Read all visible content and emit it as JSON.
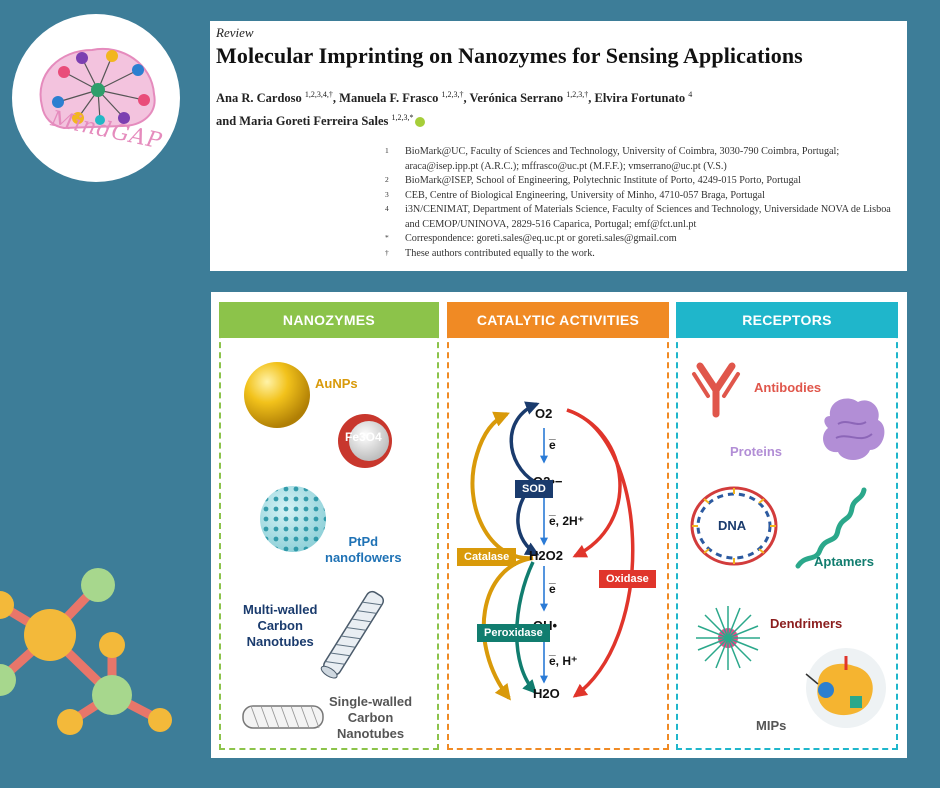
{
  "logo": {
    "text": "MindGAP"
  },
  "paper": {
    "type": "Review",
    "title": "Molecular Imprinting on Nanozymes for Sensing Applications",
    "authors": [
      {
        "name": "Ana R. Cardoso",
        "sup": "1,2,3,4,†"
      },
      {
        "name": "Manuela F. Frasco",
        "sup": "1,2,3,†"
      },
      {
        "name": "Verónica Serrano",
        "sup": "1,2,3,†"
      },
      {
        "name": "Elvira Fortunato",
        "sup": "4"
      },
      {
        "name": "Maria Goreti Ferreira Sales",
        "sup": "1,2,3,*"
      }
    ],
    "separators": {
      "comma": ",",
      "and": "and"
    },
    "affiliations": [
      {
        "mark": "1",
        "text": "BioMark@UC, Faculty of Sciences and Technology, University of Coimbra, 3030-790 Coimbra, Portugal; araca@isep.ipp.pt (A.R.C.); mffrasco@uc.pt (M.F.F.); vmserrano@uc.pt (V.S.)"
      },
      {
        "mark": "2",
        "text": "BioMark@ISEP, School of Engineering, Polytechnic Institute of Porto, 4249-015 Porto, Portugal"
      },
      {
        "mark": "3",
        "text": "CEB, Centre of Biological Engineering, University of Minho, 4710-057 Braga, Portugal"
      },
      {
        "mark": "4",
        "text": "i3N/CENIMAT, Department of Materials Science, Faculty of Sciences and Technology, Universidade NOVA de Lisboa and CEMOP/UNINOVA, 2829-516 Caparica, Portugal; emf@fct.unl.pt"
      },
      {
        "mark": "*",
        "text": "Correspondence: goreti.sales@eq.uc.pt or goreti.sales@gmail.com"
      },
      {
        "mark": "†",
        "text": "These authors contributed equally to the work."
      }
    ]
  },
  "figure": {
    "nanozymes": {
      "header": "NANOZYMES",
      "aunps": "AuNPs",
      "fe3o4": "Fe3O4",
      "ptpd": [
        "PtPd",
        "nanoflowers"
      ],
      "mwcnt": [
        "Multi-walled",
        "Carbon",
        "Nanotubes"
      ],
      "swcnt": [
        "Single-walled",
        "Carbon",
        "Nanotubes"
      ]
    },
    "catalytic": {
      "header": "CATALYTIC ACTIVITIES",
      "species": [
        "O2",
        "O2•−",
        "H2O2",
        "OH•",
        "H2O"
      ],
      "steps": [
        "e̅",
        "e̅, 2H⁺",
        "e̅",
        "e̅, H⁺"
      ],
      "enzymes": {
        "sod": "SOD",
        "catalase": "Catalase",
        "peroxidase": "Peroxidase",
        "oxidase": "Oxidase"
      }
    },
    "receptors": {
      "header": "RECEPTORS",
      "antibodies": "Antibodies",
      "proteins": "Proteins",
      "dna": "DNA",
      "aptamers": "Aptamers",
      "dendrimers": "Dendrimers",
      "mips": "MIPs"
    },
    "colors": {
      "nano": "#8cc34a",
      "cat": "#f08a24",
      "rec": "#1fb6cb",
      "gold": "#d99a0a",
      "navy": "#1a3b6d",
      "red": "#e0352b",
      "teal": "#117d6f",
      "violet": "#b28ed6",
      "maroon": "#8b1d1d"
    }
  }
}
